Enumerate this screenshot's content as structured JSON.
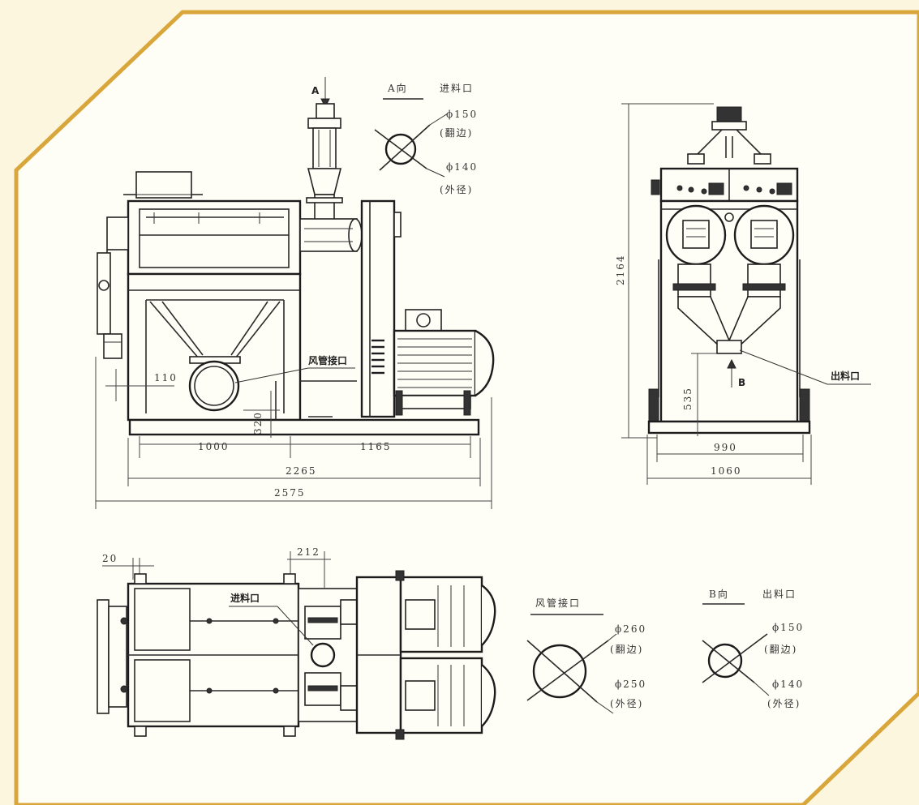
{
  "colors": {
    "frame_border": "#d8a63a",
    "panel_bg": "#fffef6",
    "outer_bg": "#fdf6df",
    "ink": "#2a2a2a"
  },
  "front_view": {
    "arrow_a": "A",
    "label_air_duct": "风管接口",
    "dims": {
      "d110": "110",
      "d320": "320",
      "d1000": "1000",
      "d1165": "1165",
      "d2265": "2265",
      "d2575": "2575"
    }
  },
  "a_view_inset": {
    "title": "A向",
    "subtitle": "进料口",
    "phi_outer": "ϕ150",
    "note_outer": "(翻边)",
    "phi_inner": "ϕ140",
    "note_inner": "(外径)"
  },
  "side_view": {
    "arrow_b": "B",
    "label_outlet": "出料口",
    "dims": {
      "d2164": "2164",
      "d535": "535",
      "d990": "990",
      "d1060": "1060"
    }
  },
  "top_view": {
    "label_inlet": "进料口",
    "dims": {
      "d20": "20",
      "d212": "212"
    }
  },
  "duct_inset": {
    "title": "风管接口",
    "phi_outer": "ϕ260",
    "note_outer": "(翻边)",
    "phi_inner": "ϕ250",
    "note_inner": "(外径)"
  },
  "b_view_inset": {
    "title": "B向",
    "subtitle": "出料口",
    "phi_outer": "ϕ150",
    "note_outer": "(翻边)",
    "phi_inner": "ϕ140",
    "note_inner": "(外径)"
  }
}
